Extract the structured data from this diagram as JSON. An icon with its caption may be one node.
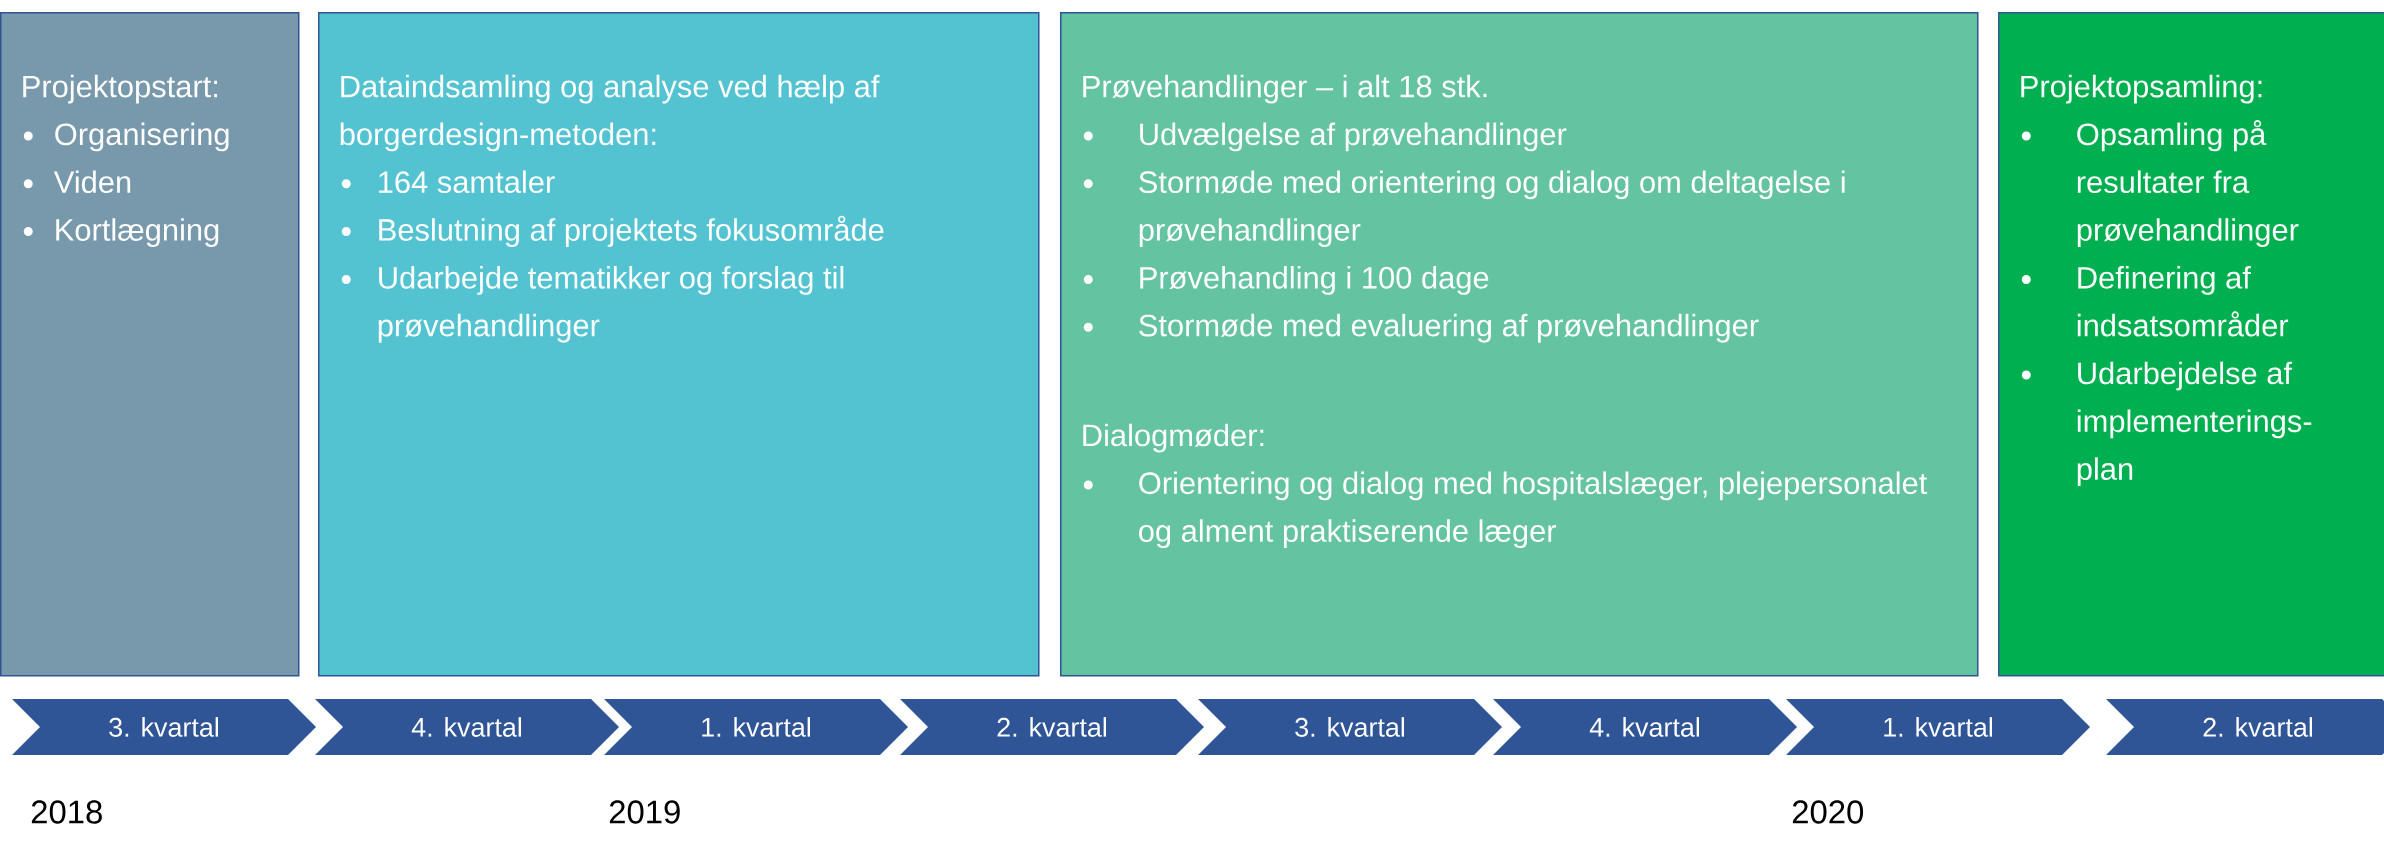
{
  "diagram": {
    "nodes": [
      {
        "text": [
          "Projektopstart:",
          "Organisering",
          "Viden",
          "Kortlægning"
        ]
      },
      {
        "text": [
          "Dataindsamling og analyse ved hælp af borgerdesign-metoden:",
          "164 samtaler",
          "Beslutning af projektets fokusområde",
          "Udarbejde tematikker og forslag til prøvehandlinger"
        ]
      },
      {
        "text": [
          "Prøvehandlinger – i alt 18 stk.",
          "Udvælgelse af prøvehandlinger",
          "Stormøde med orientering og dialog om deltagelse i prøvehandlinger",
          "Prøvehandling i 100 dage",
          "Stormøde med evaluering af prøvehandlinger",
          "Dialogmøder:",
          "Orientering og dialog med hospitalslæger, plejepersonalet og alment praktiserende læger"
        ]
      },
      {
        "text": [
          "Projektopsamling:",
          "Opsamling på resultater fra prøvehandlinger",
          "Definering af indsatsområder",
          "Udarbejdelse af implementerings- plan"
        ]
      },
      {
        "text": [
          "3. kvartal"
        ]
      },
      {
        "text": [
          "4. kvartal"
        ]
      },
      {
        "text": [
          "1. kvartal"
        ]
      },
      {
        "text": [
          "2. kvartal"
        ]
      },
      {
        "text": [
          "3. kvartal"
        ]
      },
      {
        "text": [
          "4. kvartal"
        ]
      },
      {
        "text": [
          "1. kvartal"
        ]
      },
      {
        "text": [
          "2. kvartal"
        ]
      }
    ],
    "labels": [
      "2018",
      "2019",
      "2020"
    ]
  }
}
